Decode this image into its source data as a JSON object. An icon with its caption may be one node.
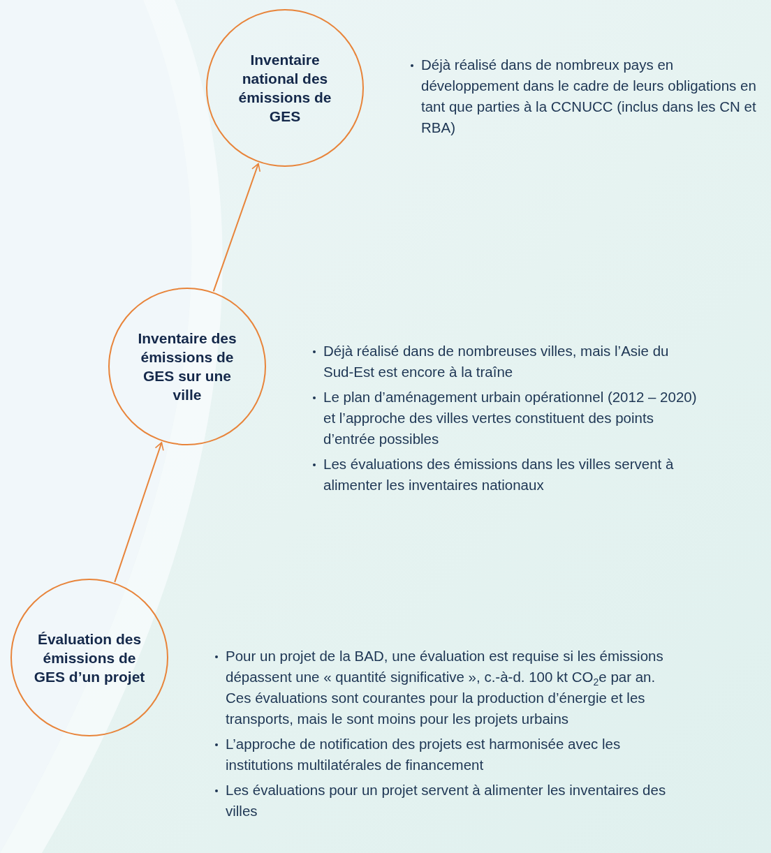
{
  "diagram": {
    "nodes": [
      {
        "text": [
          "Inventaire national des émissions de GES"
        ],
        "beside": [
          "Déjà réalisé dans de nombreux pays en développement dans le cadre de leurs obligations en tant que parties à la CCNUCC (inclus dans les CN et RBA)"
        ]
      },
      {
        "text": [
          "Inventaire des émissions de GES sur une ville"
        ],
        "beside": [
          "Déjà réalisé dans de nombreuses villes, mais l’Asie du Sud-Est est encore à la traîne",
          "Le plan d’aménagement urbain opérationnel (2012 – 2020) et l’approche des villes vertes constituent des points d’entrée possibles",
          "Les évaluations des émissions dans les villes servent à alimenter les inventaires nationaux"
        ]
      },
      {
        "text": [
          "Évaluation des émissions de GES d’un projet"
        ],
        "beside": [
          "Pour un projet de la BAD, une évaluation est requise si les émissions dépassent une « quantité significative », c.-à-d. 100 kt CO$_{2}$e par an. Ces évaluations sont courantes pour la production d’énergie et les transports, mais le sont moins pour les projets urbains",
          "L’approche de notification des projets est harmonisée avec les institutions multilatérales de financement",
          "Les évaluations pour un projet servent à alimenter les inventaires des villes"
        ]
      }
    ],
    "edges": [
      {
        "from": 2,
        "to": 1,
        "arrow": "to"
      },
      {
        "from": 1,
        "to": 0,
        "arrow": "to"
      }
    ]
  }
}
